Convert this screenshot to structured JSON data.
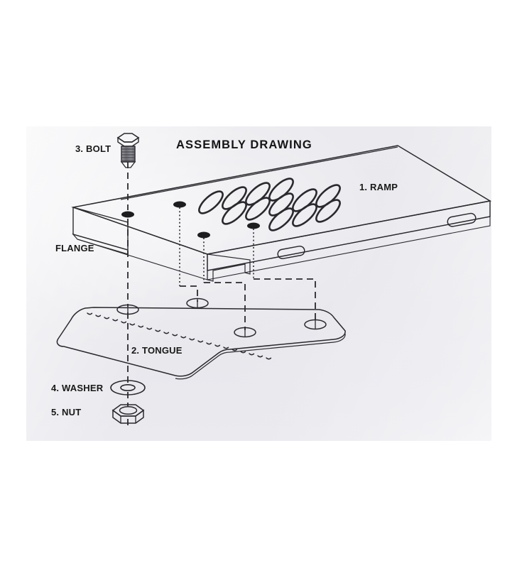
{
  "drawing": {
    "title": "ASSEMBLY DRAWING",
    "background_color": "#ffffff",
    "panel_color": "#e9e9ee",
    "ink_color": "#2a2a2e",
    "parts": [
      {
        "id": "ramp",
        "number": "1.",
        "name": "RAMP",
        "label": "1. RAMP"
      },
      {
        "id": "tongue",
        "number": "2.",
        "name": "TONGUE",
        "label": "2. TONGUE"
      },
      {
        "id": "bolt",
        "number": "3.",
        "name": "BOLT",
        "label": "3. BOLT"
      },
      {
        "id": "washer",
        "number": "4.",
        "name": "WASHER",
        "label": "4. WASHER"
      },
      {
        "id": "nut",
        "number": "5.",
        "name": "NUT",
        "label": "5. NUT"
      }
    ],
    "features": [
      {
        "id": "flange",
        "label": "FLANGE"
      }
    ],
    "labels": {
      "title": "ASSEMBLY DRAWING",
      "ramp": "1. RAMP",
      "tongue": "2. TONGUE",
      "bolt": "3. BOLT",
      "washer": "4. WASHER",
      "nut": "5. NUT",
      "flange": "FLANGE"
    },
    "counts": {
      "ramp_bolt_holes": 4,
      "tongue_bolt_holes": 4,
      "ramp_side_slots": 2,
      "ramp_perforations": 12,
      "tongue_cleats": 22
    }
  }
}
